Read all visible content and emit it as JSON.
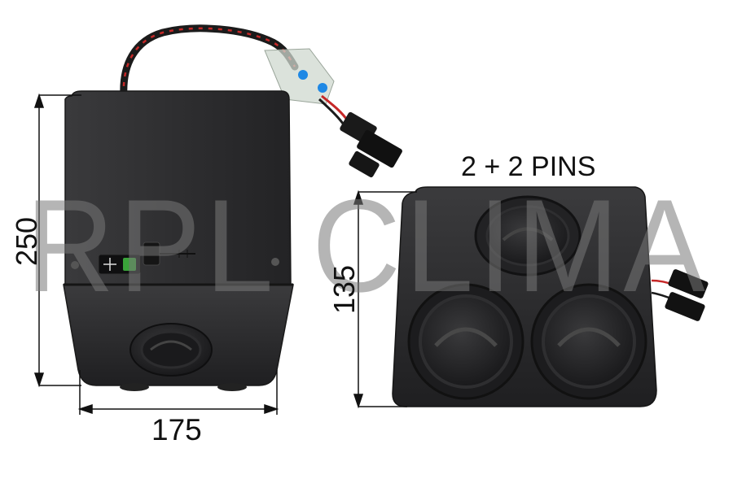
{
  "labels": {
    "pins": "2 + 2 PINS",
    "width": "175",
    "height_left": "250",
    "height_right": "135"
  },
  "watermark": {
    "text": "RPL CLIMA"
  },
  "colors": {
    "housing": "#2c2c2e",
    "housing_dark": "#1b1b1d",
    "dimension_line": "#111111",
    "watermark": "#8a8a8a",
    "switch_led": "#3aa33a",
    "cable_red": "#c62828",
    "connector_blue": "#1e88e5"
  }
}
